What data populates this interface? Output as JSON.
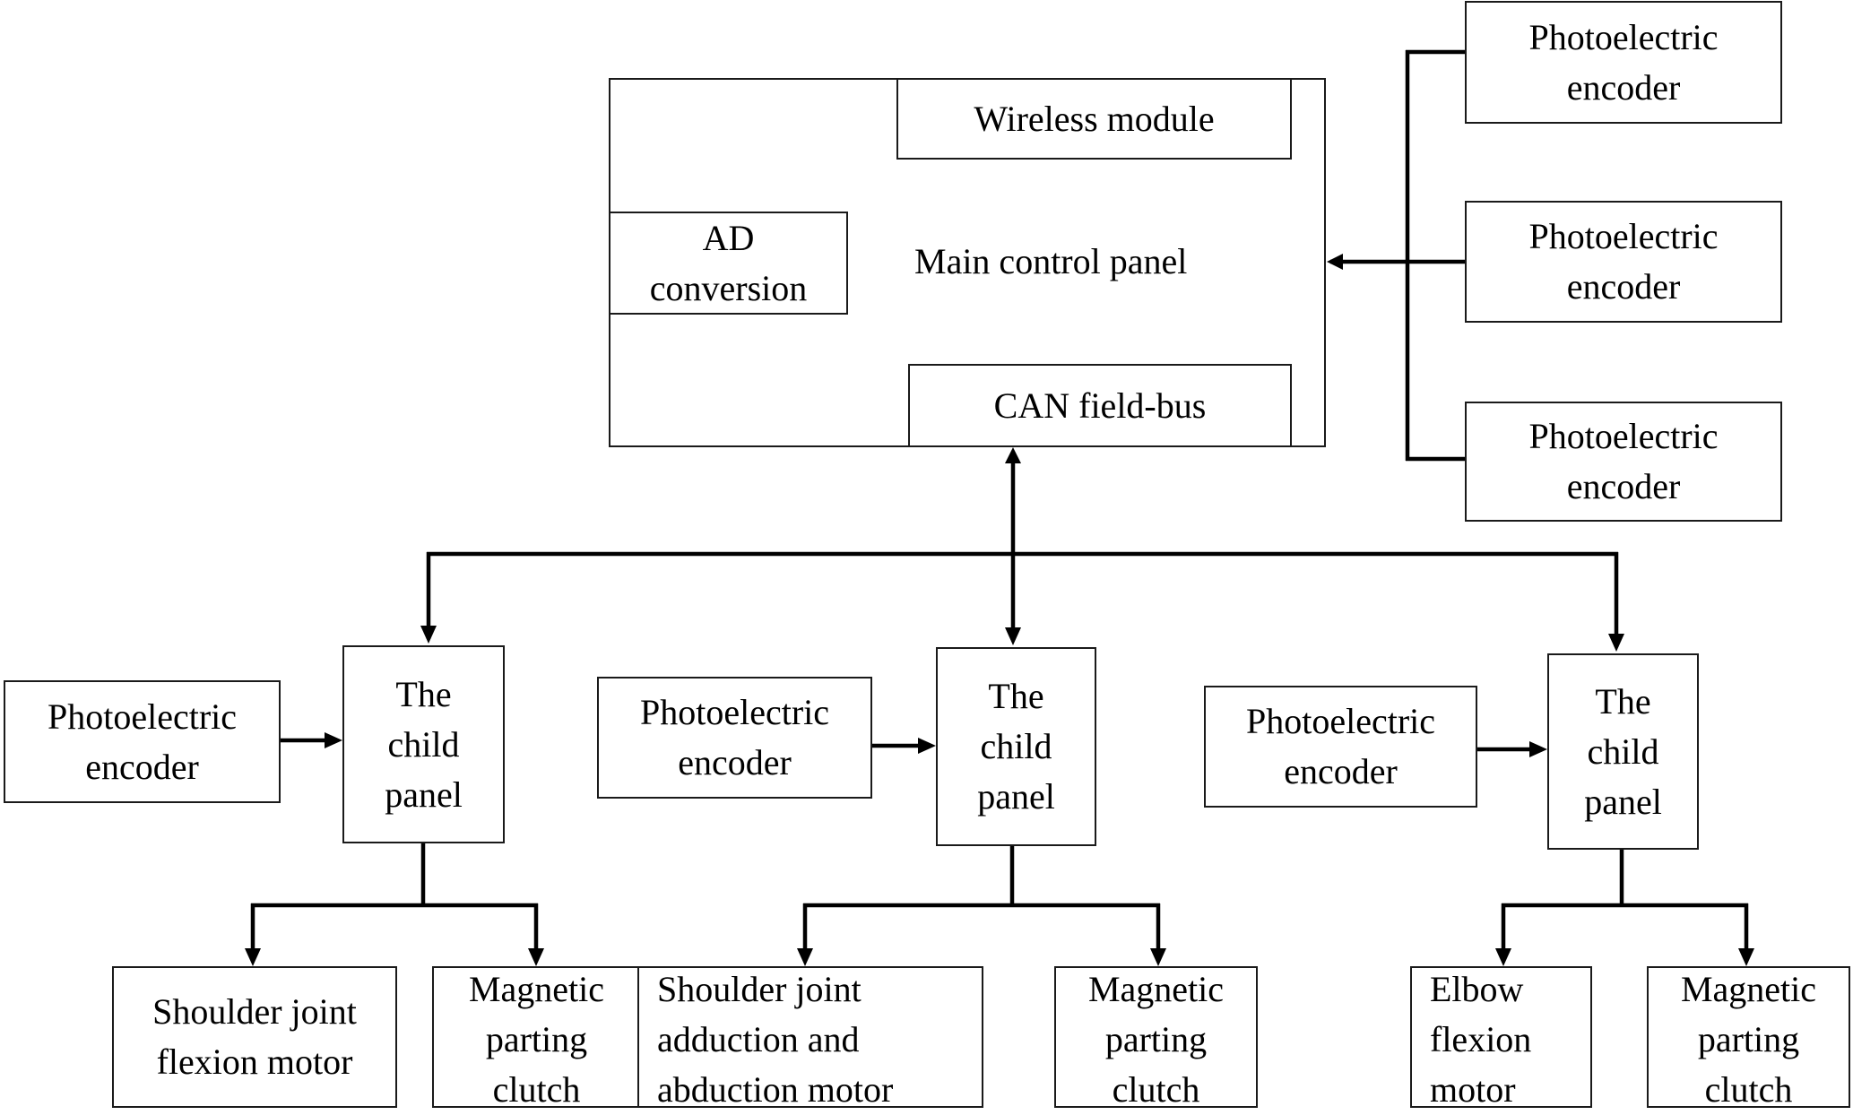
{
  "diagram": {
    "main_panel": {
      "title": "Main control panel",
      "modules": {
        "wireless": "Wireless module",
        "ad": "AD\nconversion",
        "can": "CAN field-bus"
      }
    },
    "main_encoders": [
      {
        "label": "Photoelectric\nencoder"
      },
      {
        "label": "Photoelectric\nencoder"
      },
      {
        "label": "Photoelectric\nencoder"
      }
    ],
    "branches": [
      {
        "child_panel": "The\nchild\npanel",
        "encoder": "Photoelectric\nencoder",
        "outputs": [
          "Shoulder joint\nflexion motor",
          "Magnetic\nparting\nclutch"
        ]
      },
      {
        "child_panel": "The\nchild\npanel",
        "encoder": "Photoelectric\nencoder",
        "outputs": [
          "Shoulder joint\nadduction and\nabduction motor",
          "Magnetic\nparting\nclutch"
        ]
      },
      {
        "child_panel": "The\nchild\npanel",
        "encoder": "Photoelectric\nencoder",
        "outputs": [
          "Elbow\nflexion\nmotor",
          "Magnetic\nparting\nclutch"
        ]
      }
    ],
    "connections": [
      {
        "from": "main_encoders",
        "to": "main_panel",
        "type": "arrow"
      },
      {
        "from": "main_panel.can",
        "to": "branches.child_panel",
        "type": "bidirectional-bus"
      },
      {
        "from": "branches.encoder",
        "to": "branches.child_panel",
        "type": "arrow"
      },
      {
        "from": "branches.child_panel",
        "to": "branches.outputs",
        "type": "arrow"
      }
    ]
  }
}
